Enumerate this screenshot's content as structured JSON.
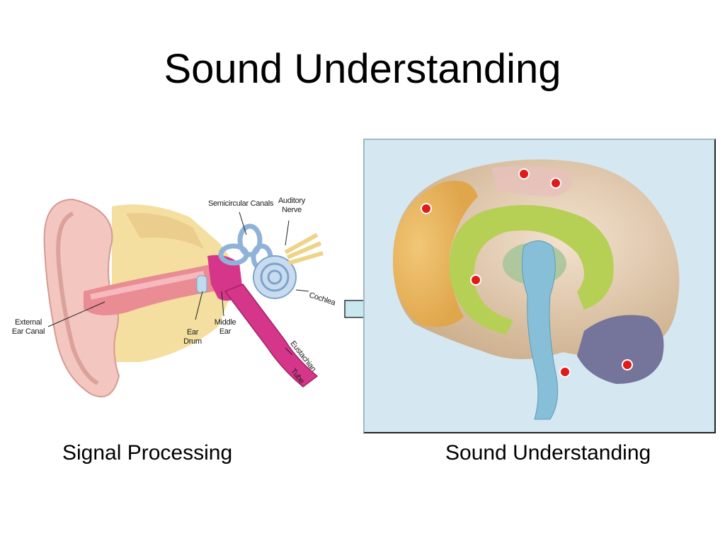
{
  "slide": {
    "title": "Sound Understanding"
  },
  "ear_diagram": {
    "labels": {
      "semicircular_canals": "Semicircular Canals",
      "auditory_nerve_line1": "Auditory",
      "auditory_nerve_line2": "Nerve",
      "cochlea": "Cochlea",
      "external_ear_canal_line1": "External",
      "external_ear_canal_line2": "Ear Canal",
      "ear_drum_line1": "Ear",
      "ear_drum_line2": "Drum",
      "middle_ear_line1": "Middle",
      "middle_ear_line2": "Ear",
      "eustachian_tube_line1": "Eustachian",
      "eustachian_tube_line2": "Tube"
    }
  },
  "captions": {
    "left": "Signal Processing",
    "right": "Sound Understanding"
  },
  "colors": {
    "outer_ear": "#f3c6c0",
    "bone": "#f4dfa0",
    "ear_canal": "#e98c94",
    "middle_ear": "#d6368a",
    "inner_ear": "#c9dcef",
    "brain_background": "#d5e7f1",
    "frontal_lobe": "#eab45c",
    "limbic": "#b6cf55",
    "brainstem": "#86bfd7",
    "cerebellum": "#75749a",
    "marker": "#e11a1a",
    "arrow_fill": "#c7e8ec"
  }
}
